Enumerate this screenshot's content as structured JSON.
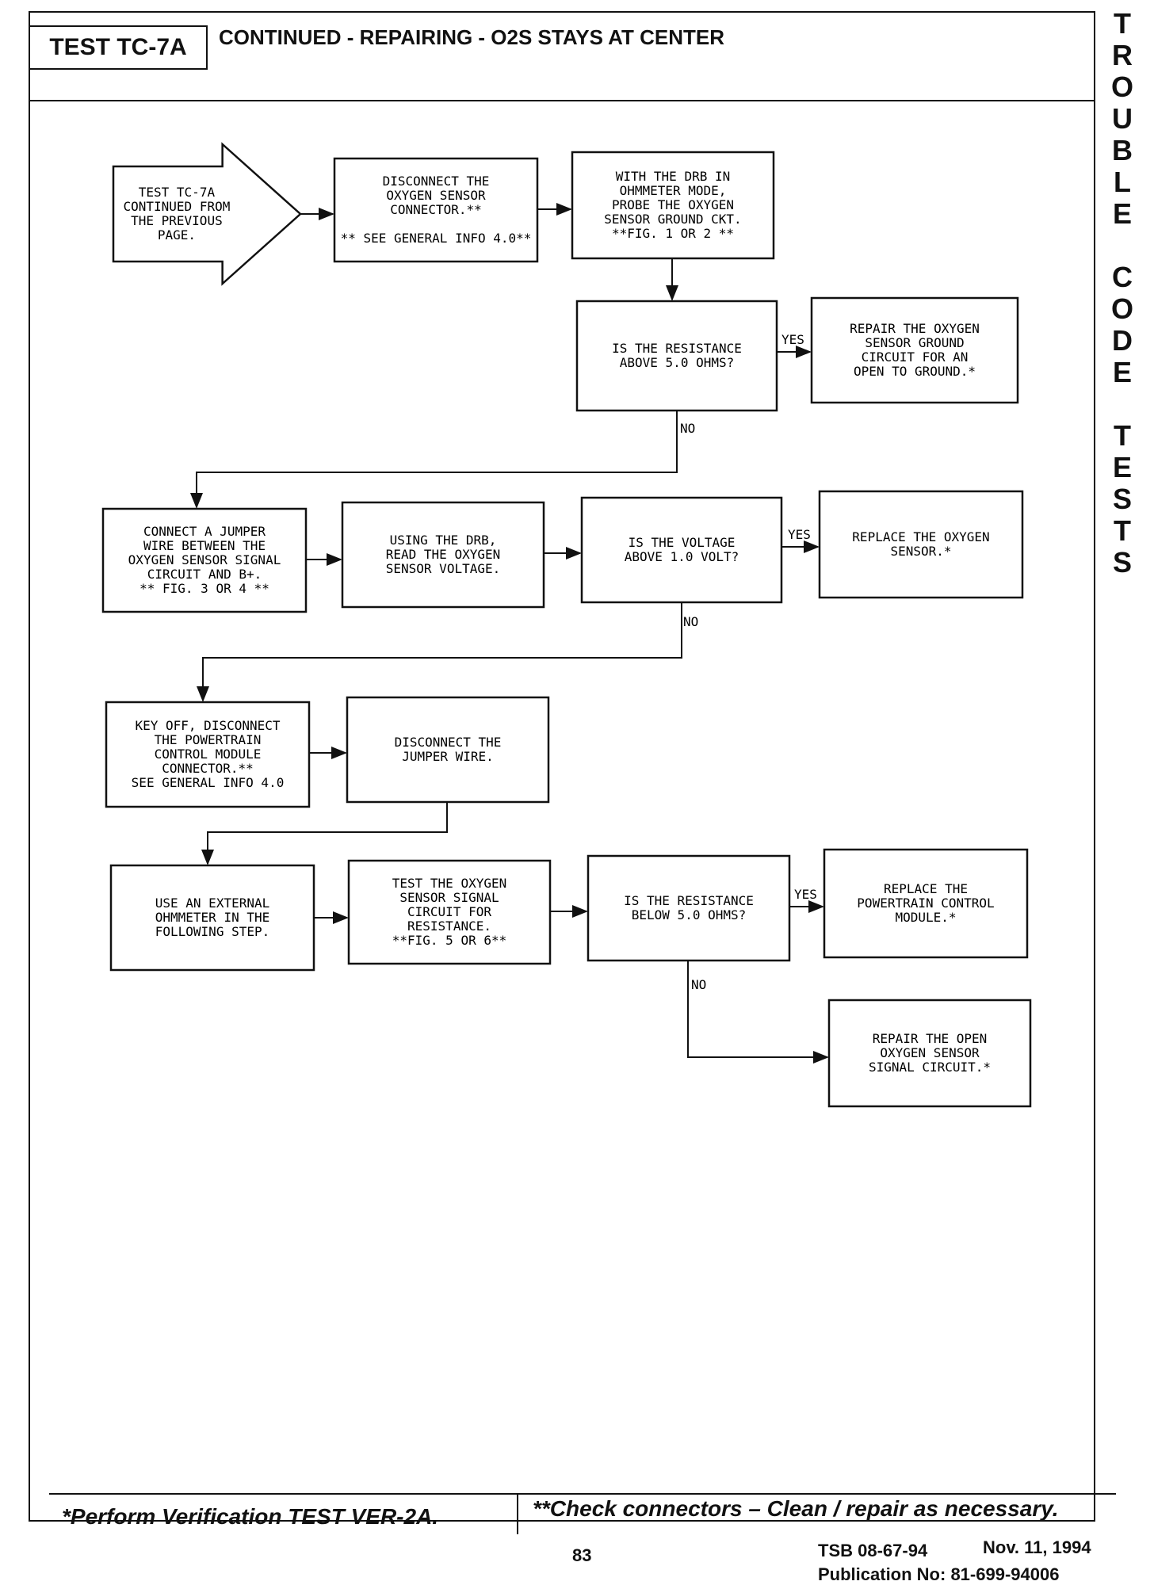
{
  "header": {
    "test_id": "TEST TC-7A",
    "title": "CONTINUED - REPAIRING - O2S STAYS AT CENTER"
  },
  "side_tab": [
    "T",
    "R",
    "O",
    "U",
    "B",
    "L",
    "E",
    "",
    "C",
    "O",
    "D",
    "E",
    "",
    "T",
    "E",
    "S",
    "T",
    "S"
  ],
  "flowchart": {
    "start": [
      "TEST TC-7A",
      "CONTINUED FROM",
      "THE PREVIOUS",
      "PAGE."
    ],
    "disconnect_o2": [
      "DISCONNECT THE",
      "OXYGEN SENSOR",
      "CONNECTOR.**",
      "",
      "** SEE GENERAL INFO 4.0**"
    ],
    "drb_ohmmeter": [
      "WITH THE DRB IN",
      "OHMMETER MODE,",
      "PROBE THE OXYGEN",
      "SENSOR GROUND CKT.",
      "**FIG. 1 OR 2 **"
    ],
    "q_resistance_above": [
      "IS THE RESISTANCE",
      "ABOVE 5.0 OHMS?"
    ],
    "repair_ground": [
      "REPAIR THE OXYGEN",
      "SENSOR GROUND",
      "CIRCUIT FOR AN",
      "OPEN TO GROUND.*"
    ],
    "connect_jumper": [
      "CONNECT A JUMPER",
      "WIRE BETWEEN THE",
      "OXYGEN SENSOR SIGNAL",
      "CIRCUIT AND B+.",
      "** FIG. 3 OR 4 **"
    ],
    "read_voltage": [
      "USING THE DRB,",
      "READ THE OXYGEN",
      "SENSOR VOLTAGE."
    ],
    "q_voltage": [
      "IS THE VOLTAGE",
      "ABOVE 1.0 VOLT?"
    ],
    "replace_sensor": [
      "REPLACE THE OXYGEN",
      "SENSOR.*"
    ],
    "key_off": [
      "KEY OFF, DISCONNECT",
      "THE POWERTRAIN",
      "CONTROL MODULE",
      "CONNECTOR.**",
      "SEE GENERAL INFO 4.0"
    ],
    "disconnect_jumper": [
      "DISCONNECT THE",
      "JUMPER WIRE."
    ],
    "external_ohm": [
      "USE AN EXTERNAL",
      "OHMMETER IN THE",
      "FOLLOWING STEP."
    ],
    "test_signal": [
      "TEST THE OXYGEN",
      "SENSOR SIGNAL",
      "CIRCUIT FOR",
      "RESISTANCE.",
      "**FIG. 5 OR 6**"
    ],
    "q_resistance_below": [
      "IS THE RESISTANCE",
      "BELOW 5.0 OHMS?"
    ],
    "replace_pcm": [
      "REPLACE THE",
      "POWERTRAIN CONTROL",
      "MODULE.*"
    ],
    "repair_signal": [
      "REPAIR THE OPEN",
      "OXYGEN SENSOR",
      "SIGNAL CIRCUIT.*"
    ],
    "labels": {
      "yes": "YES",
      "no": "NO"
    }
  },
  "footer": {
    "verify": "*Perform Verification TEST VER-2A.",
    "connectors": "**Check connectors – Clean / repair as necessary.",
    "page": "83",
    "tsb": "TSB 08-67-94",
    "date": "Nov. 11, 1994",
    "publication": "Publication No:  81-699-94006"
  }
}
